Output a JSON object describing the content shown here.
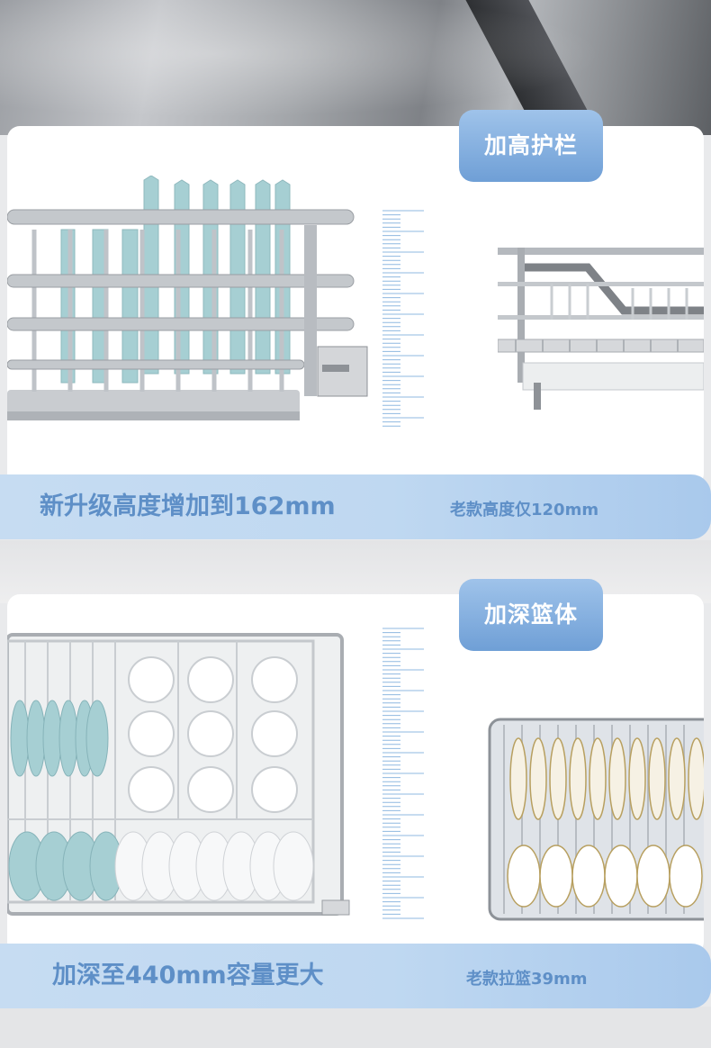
{
  "section_1": {
    "tab_label": "加高护栏",
    "main_caption": "新升级高度增加到162mm",
    "old_caption": "老款高度仅120mm"
  },
  "section_2": {
    "tab_label": "加深篮体",
    "main_caption": "加深至440mm容量更大",
    "old_caption": "老款拉篮39mm"
  },
  "colors": {
    "accent_blue": "#6f9fd6",
    "text_blue": "#5e8fc7",
    "band_light": "#c6dcf2",
    "ruler_blue": "#8fb8e0"
  }
}
